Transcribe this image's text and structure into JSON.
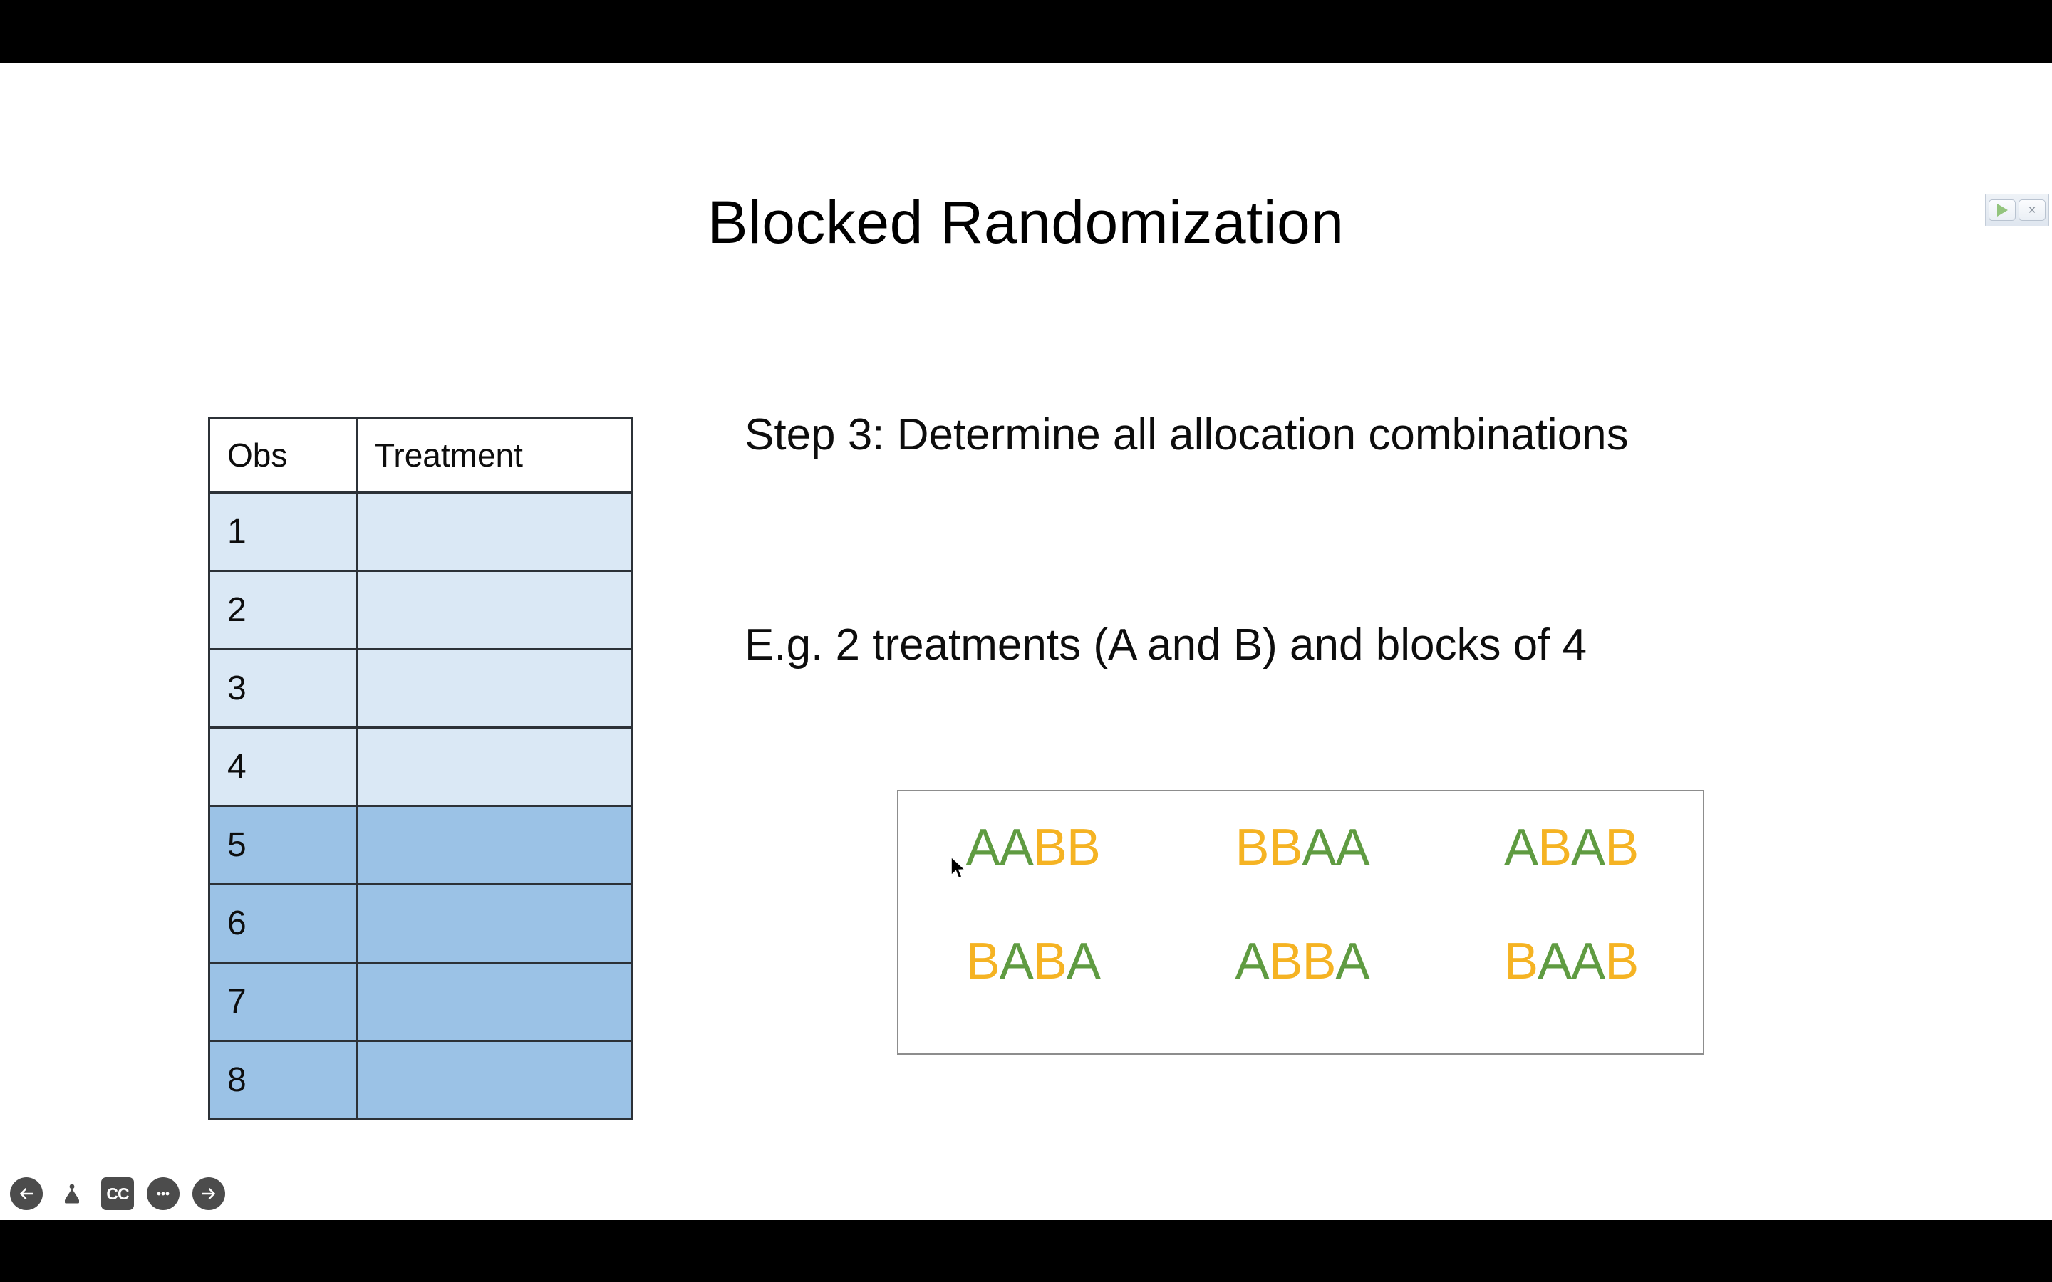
{
  "slide": {
    "title": "Blocked Randomization",
    "step_line": "Step 3: Determine all allocation combinations",
    "example_line": "E.g. 2 treatments (A and B) and blocks of 4"
  },
  "table": {
    "headers": [
      "Obs",
      "Treatment"
    ],
    "rows": [
      {
        "obs": "1",
        "treatment": "",
        "block": "a"
      },
      {
        "obs": "2",
        "treatment": "",
        "block": "a"
      },
      {
        "obs": "3",
        "treatment": "",
        "block": "a"
      },
      {
        "obs": "4",
        "treatment": "",
        "block": "a"
      },
      {
        "obs": "5",
        "treatment": "",
        "block": "b"
      },
      {
        "obs": "6",
        "treatment": "",
        "block": "b"
      },
      {
        "obs": "7",
        "treatment": "",
        "block": "b"
      },
      {
        "obs": "8",
        "treatment": "",
        "block": "b"
      }
    ],
    "block_a_color": "#dae8f5",
    "block_b_color": "#9bc2e6",
    "border_color": "#2c3137"
  },
  "combinations": {
    "row_1": [
      "AABB",
      "BBAA",
      "ABAB"
    ],
    "row_2": [
      "BABA",
      "ABBA",
      "BAAB"
    ],
    "letter_colors": {
      "A": "#5f9b41",
      "B": "#f5b323"
    },
    "box_border_color": "#8d8d8d"
  },
  "player": {
    "mini_toolbar": {
      "play_label": "play-icon",
      "close_label": "×"
    },
    "controls": [
      {
        "name": "previous-slide-button",
        "glyph": "←"
      },
      {
        "name": "annotation-tool-button",
        "glyph": ""
      },
      {
        "name": "closed-captions-button",
        "glyph": "CC"
      },
      {
        "name": "more-options-button",
        "glyph": "•••"
      },
      {
        "name": "next-slide-button",
        "glyph": "→"
      }
    ]
  }
}
